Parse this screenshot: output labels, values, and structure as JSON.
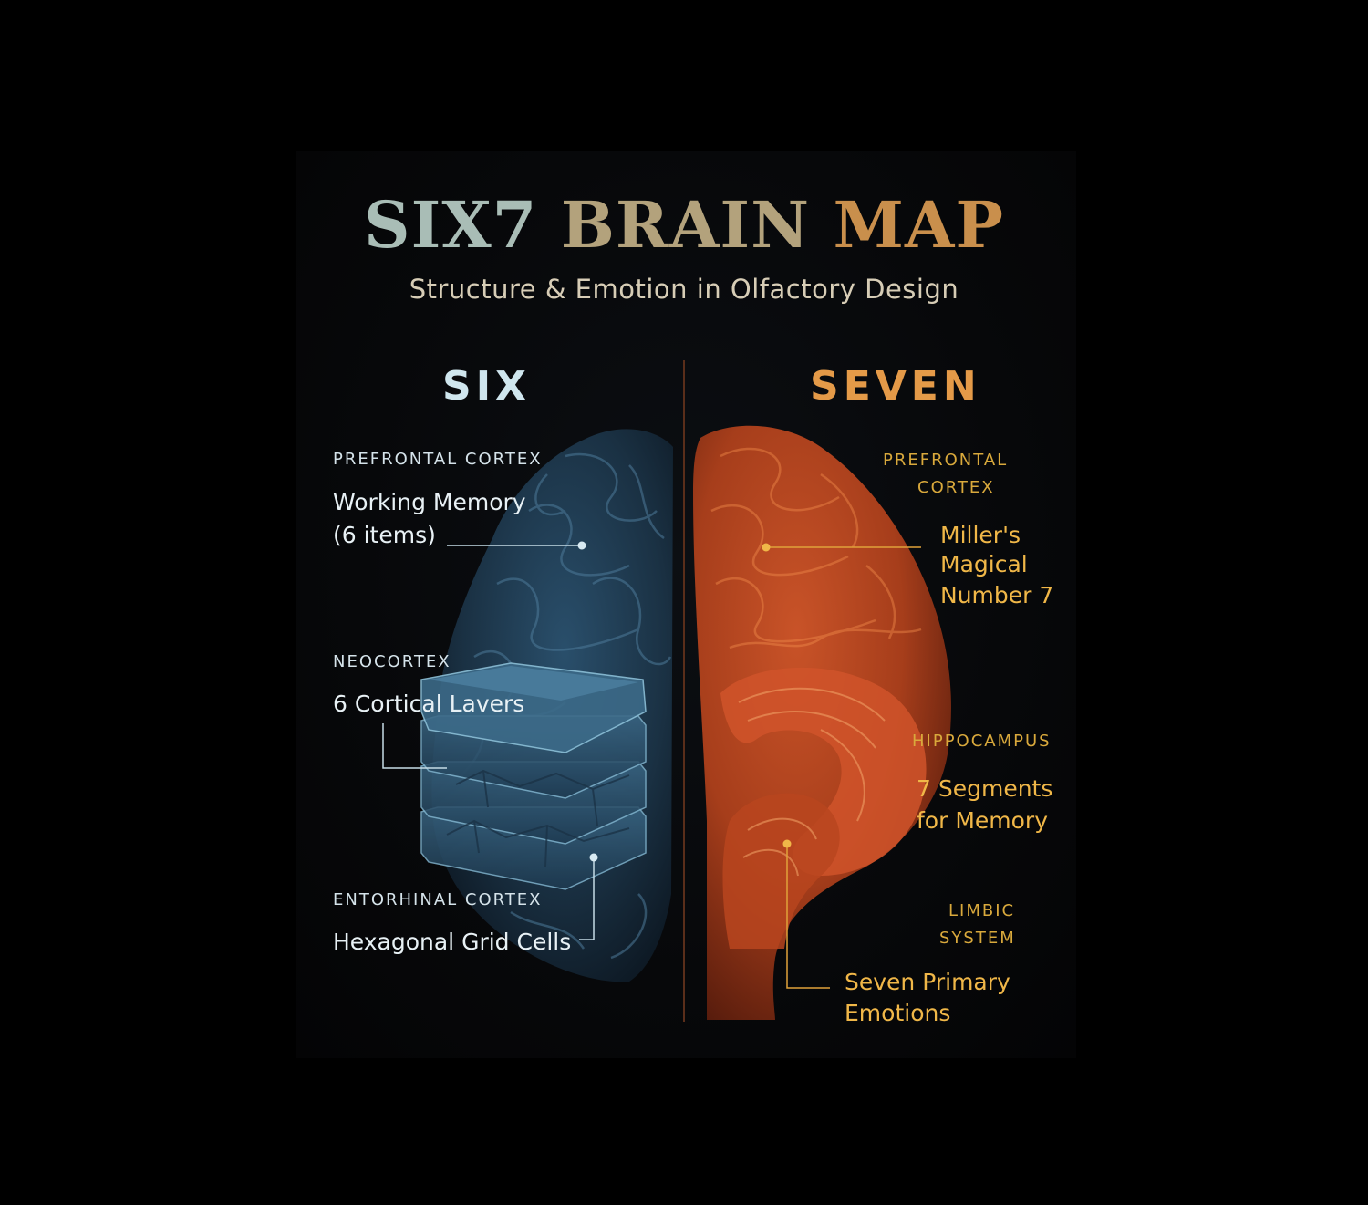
{
  "title": {
    "part1": "SIX7",
    "part2": "BRAIN",
    "part3": "MAP"
  },
  "subtitle": "Structure & Emotion in Olfactory Design",
  "colors": {
    "six_accent": "#cfe6ee",
    "seven_accent": "#e49a48",
    "six_brain": "#274a66",
    "seven_brain": "#c94e1f",
    "seven_label": "#f0b748",
    "background": "#000000"
  },
  "six": {
    "heading": "SIX",
    "prefrontal": {
      "region": "PREFRONTAL CORTEX",
      "line1": "Working Memory",
      "line2": "(6 items)"
    },
    "neocortex": {
      "region": "NEOCORTEX",
      "text": "6 Cortical Lavers"
    },
    "entorhinal": {
      "region": "ENTORHINAL CORTEX",
      "text": "Hexagonal Grid Cells"
    }
  },
  "seven": {
    "heading": "SEVEN",
    "prefrontal": {
      "region1": "PREFRONTAL",
      "region2": "CORTEX",
      "line1": "Miller's",
      "line2": "Magical",
      "line3": "Number 7"
    },
    "hippocampus": {
      "region": "HIPPOCAMPUS",
      "line1": "7 Segments",
      "line2": "for Memory"
    },
    "limbic": {
      "region1": "LIMBIC",
      "region2": "SYSTEM",
      "line1": "Seven Primary",
      "line2": "Emotions"
    }
  }
}
